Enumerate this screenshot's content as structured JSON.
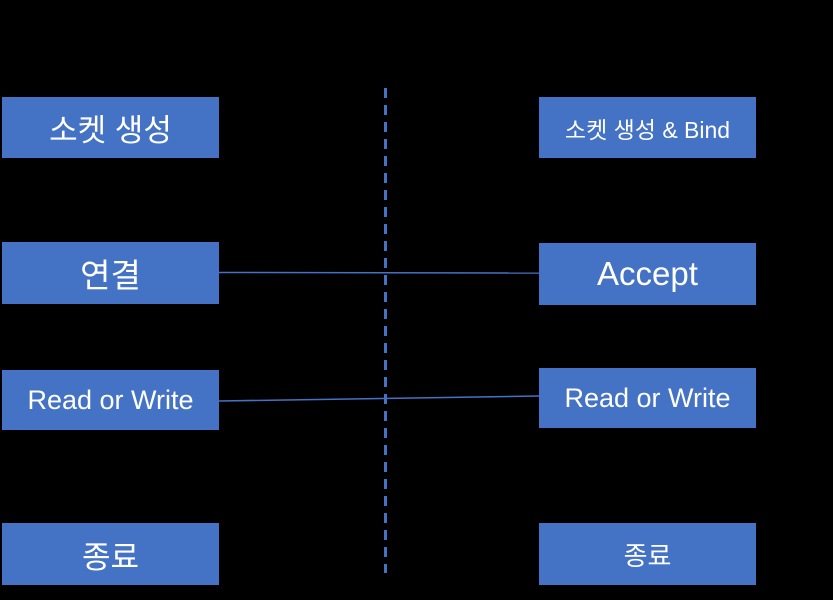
{
  "colors": {
    "background": "#000000",
    "box_fill": "#4472c4",
    "box_text": "#ffffff",
    "line": "#4472c4"
  },
  "client": {
    "steps": [
      "소켓 생성",
      "연결",
      "Read or Write",
      "종료"
    ]
  },
  "server": {
    "steps": [
      "소켓 생성 & Bind",
      "Accept",
      "Read or Write",
      "종료"
    ]
  },
  "connections": [
    {
      "from": "연결",
      "to": "Accept"
    },
    {
      "from": "Read or Write",
      "to": "Read or Write"
    }
  ]
}
